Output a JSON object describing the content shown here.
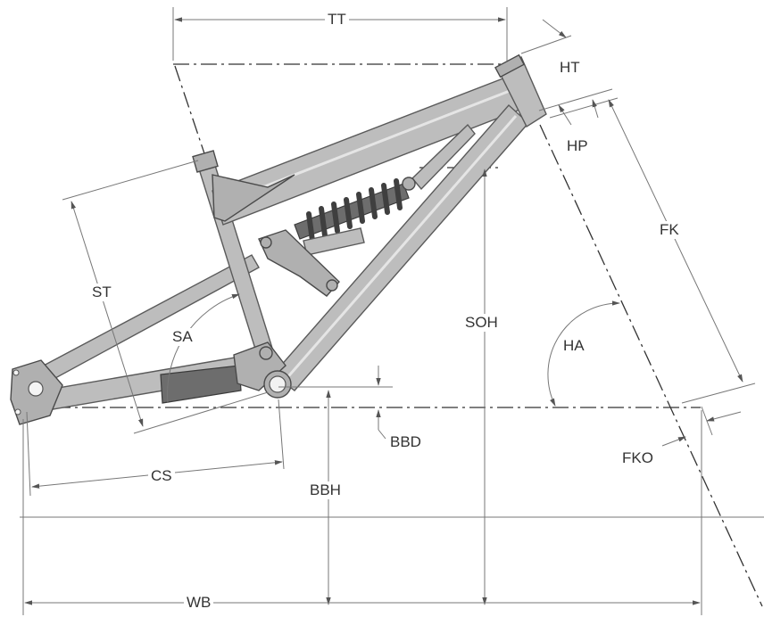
{
  "labels": {
    "tt": "TT",
    "ht": "HT",
    "hp": "HP",
    "fk": "FK",
    "st": "ST",
    "sa": "SA",
    "soh": "SOH",
    "ha": "HA",
    "bbd": "BBD",
    "fko": "FKO",
    "cs": "CS",
    "bbh": "BBH",
    "wb": "WB"
  },
  "colors": {
    "frame": "#bdbdbd",
    "outline": "#5a5a5a",
    "dimension_line": "#777777",
    "text": "#333333"
  }
}
